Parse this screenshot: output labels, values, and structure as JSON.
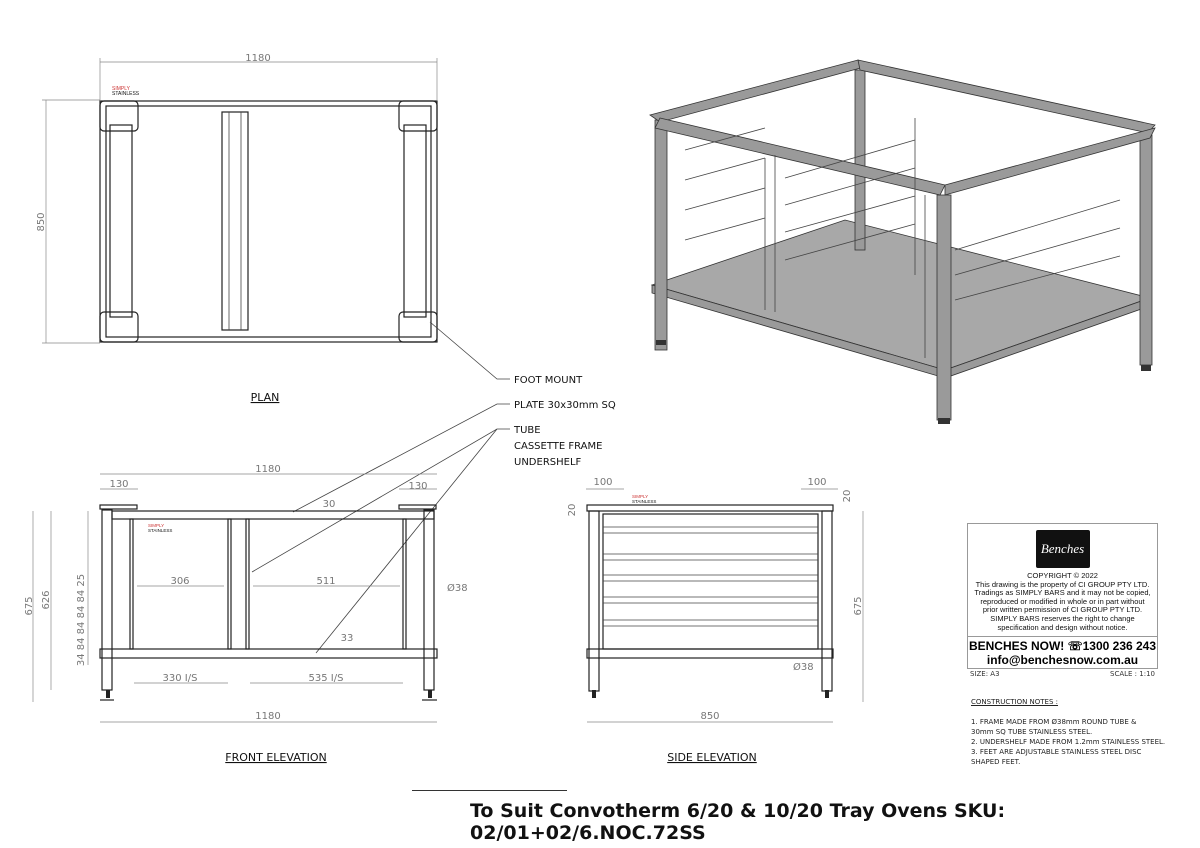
{
  "views": {
    "plan": {
      "title": "PLAN",
      "width_dim": "1180",
      "depth_dim": "850"
    },
    "front": {
      "title": "FRONT ELEVATION",
      "dims": {
        "overall_top": "1180",
        "overall_bottom": "1180",
        "left_post": "130",
        "right_post": "130",
        "rail": "30",
        "left_bay": "306",
        "right_bay": "511",
        "undershelf": "33",
        "left_is": "330 I/S",
        "right_is": "535 I/S",
        "tube_dia": "38",
        "height": "675",
        "inner_height": "626",
        "spacing": "34 84 84 84 84 25"
      }
    },
    "side": {
      "title": "SIDE ELEVATION",
      "dims": {
        "left_post": "100",
        "right_post": "100",
        "top_left": "20",
        "top_right": "20",
        "height": "675",
        "tube_dia": "38",
        "depth": "850"
      }
    }
  },
  "logo_small": {
    "line1": "SIMPLY",
    "line2": "STAINLESS"
  },
  "callouts": [
    "FOOT        MOUNT",
    "PLATE 30x30mm SQ",
    "TUBE",
    "CASSETTE FRAME",
    "UNDERSHELF"
  ],
  "title_block": {
    "logo": "Benches",
    "copyright": "COPYRIGHT © 2022",
    "notice": "This drawing is the property of CI GROUP PTY LTD. Tradings as SIMPLY BARS and it may not be copied, reproduced or modified in whole or in part without prior written permission of CI GROUP PTY LTD. SIMPLY BARS reserves the right to change specification and design without notice.",
    "brand_phone": "BENCHES NOW!  ☏1300 236 243",
    "email": "info@benchesnow.com.au",
    "size": "SIZE: A3",
    "scale": "SCALE : 1:10"
  },
  "notes": {
    "heading": "CONSTRUCTION NOTES :",
    "items": [
      "1. FRAME MADE FROM Ø38mm ROUND TUBE & 30mm SQ TUBE STAINLESS STEEL.",
      "2. UNDERSHELF MADE FROM 1.2mm STAINLESS STEEL.",
      "3. FEET ARE ADJUSTABLE STAINLESS STEEL DISC SHAPED FEET."
    ]
  },
  "footer_title": "To Suit Convotherm 6/20 & 10/20 Tray Ovens SKU: 02/01+02/6.NOC.72SS"
}
